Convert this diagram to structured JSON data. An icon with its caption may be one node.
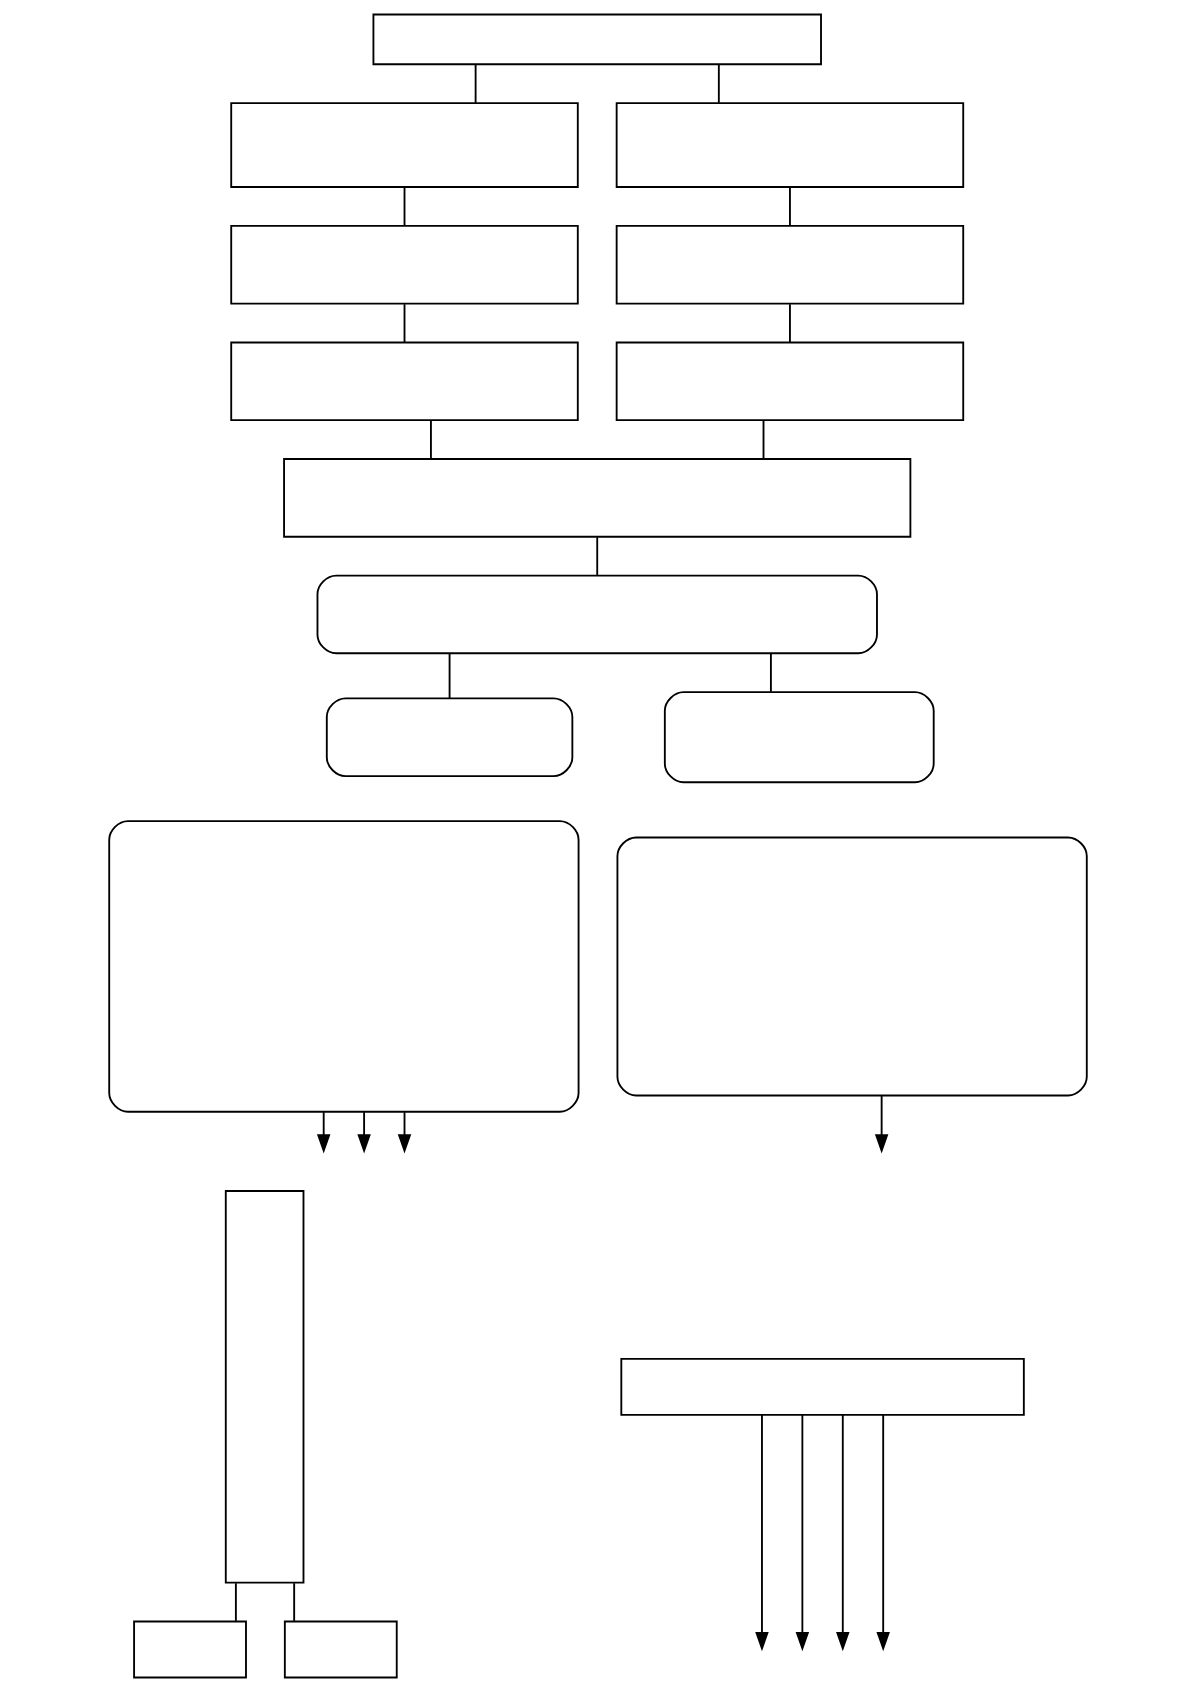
{
  "diagram": {
    "nodes": [
      {
        "text": [],
        "shape": "box"
      },
      {
        "text": [],
        "shape": "box"
      },
      {
        "text": [],
        "shape": "box"
      },
      {
        "text": [],
        "shape": "box"
      },
      {
        "text": [],
        "shape": "box"
      },
      {
        "text": [],
        "shape": "box"
      },
      {
        "text": [],
        "shape": "box"
      },
      {
        "text": [],
        "shape": "box"
      },
      {
        "text": [],
        "shape": "box"
      },
      {
        "text": [],
        "shape": "box"
      },
      {
        "text": [],
        "shape": "box"
      },
      {
        "text": [],
        "shape": "box"
      },
      {
        "text": [],
        "shape": "box"
      },
      {
        "text": [],
        "shape": "box"
      },
      {
        "text": [],
        "shape": "box"
      },
      {
        "text": [],
        "shape": "box"
      },
      {
        "text": [],
        "shape": "box"
      }
    ],
    "edges": [
      {
        "from": 0,
        "to": 1,
        "arrow": "none"
      },
      {
        "from": 0,
        "to": 2,
        "arrow": "none"
      },
      {
        "from": 1,
        "to": 3,
        "arrow": "none"
      },
      {
        "from": 2,
        "to": 4,
        "arrow": "none"
      },
      {
        "from": 3,
        "to": 5,
        "arrow": "none"
      },
      {
        "from": 4,
        "to": 6,
        "arrow": "none"
      },
      {
        "from": 5,
        "to": 7,
        "arrow": "none"
      },
      {
        "from": 6,
        "to": 7,
        "arrow": "none"
      },
      {
        "from": 7,
        "to": 8,
        "arrow": "none"
      },
      {
        "from": 8,
        "to": 9,
        "arrow": "none"
      },
      {
        "from": 8,
        "to": 11,
        "arrow": "none"
      },
      {
        "from": 10,
        "to": null,
        "arrow": "to"
      },
      {
        "from": 10,
        "to": null,
        "arrow": "to"
      },
      {
        "from": 10,
        "to": null,
        "arrow": "to"
      },
      {
        "from": 12,
        "to": null,
        "arrow": "to"
      },
      {
        "from": 13,
        "to": 14,
        "arrow": "none"
      },
      {
        "from": 13,
        "to": 15,
        "arrow": "none"
      },
      {
        "from": 16,
        "to": null,
        "arrow": "to"
      },
      {
        "from": 16,
        "to": null,
        "arrow": "to"
      },
      {
        "from": 16,
        "to": null,
        "arrow": "to"
      },
      {
        "from": 16,
        "to": null,
        "arrow": "to"
      }
    ]
  }
}
